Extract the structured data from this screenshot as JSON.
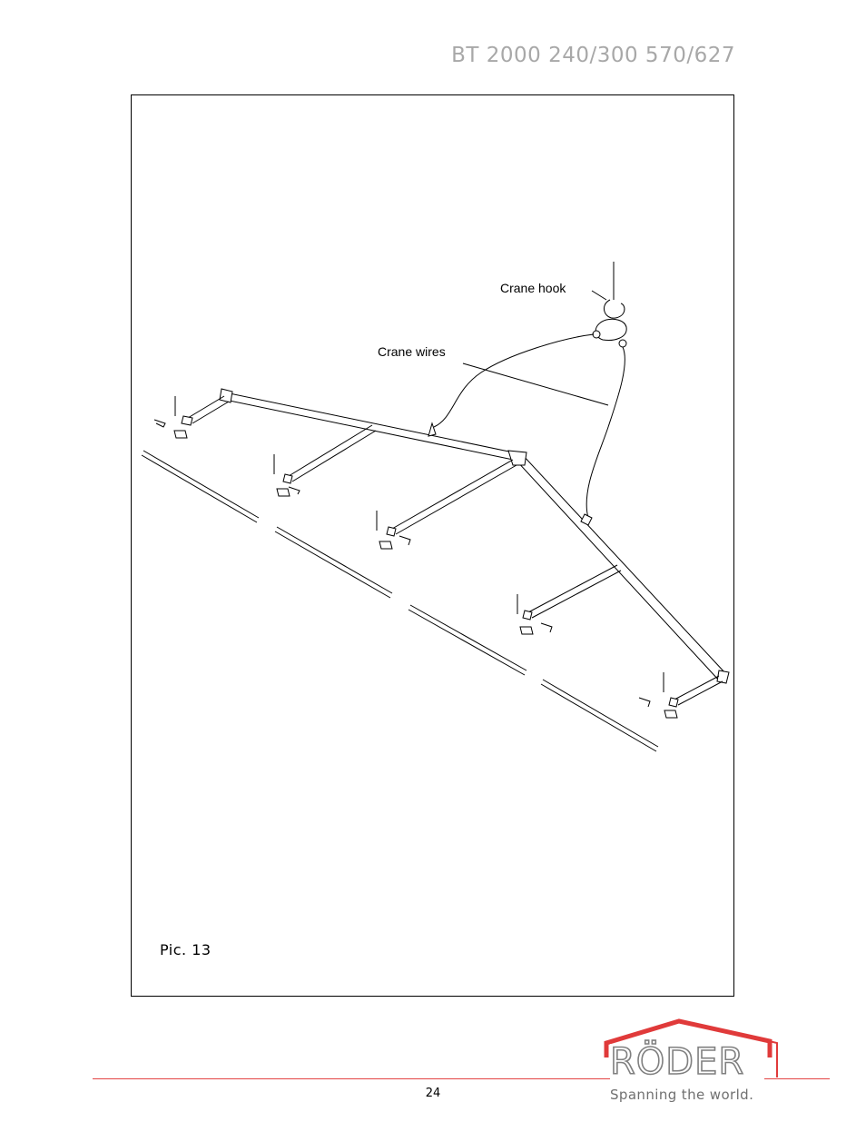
{
  "header": {
    "title": "BT 2000 240/300 570/627"
  },
  "figure": {
    "caption": "Pic. 13",
    "labels": {
      "crane_hook": "Crane hook",
      "crane_wires": "Crane wires"
    }
  },
  "footer": {
    "page_number": "24",
    "logo_text": "RÖDER",
    "tagline": "Spanning the world.",
    "accent_color": "#e03a3a",
    "logo_color": "#808080"
  }
}
